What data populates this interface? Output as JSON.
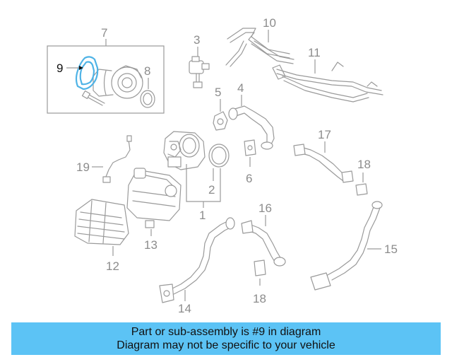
{
  "diagram": {
    "callouts": {
      "c1": "1",
      "c2": "2",
      "c3": "3",
      "c4": "4",
      "c5": "5",
      "c6": "6",
      "c7": "7",
      "c8": "8",
      "c9": "9",
      "c10": "10",
      "c11": "11",
      "c12": "12",
      "c13": "13",
      "c14": "14",
      "c15": "15",
      "c16": "16",
      "c17": "17",
      "c18a": "18",
      "c18b": "18",
      "c19": "19"
    },
    "highlight_color": "#4fb3e6"
  },
  "banner": {
    "line1": "Part or sub-assembly is #9 in diagram",
    "line2": "Diagram may not be specific to your vehicle",
    "background": "#5cc3f5"
  }
}
